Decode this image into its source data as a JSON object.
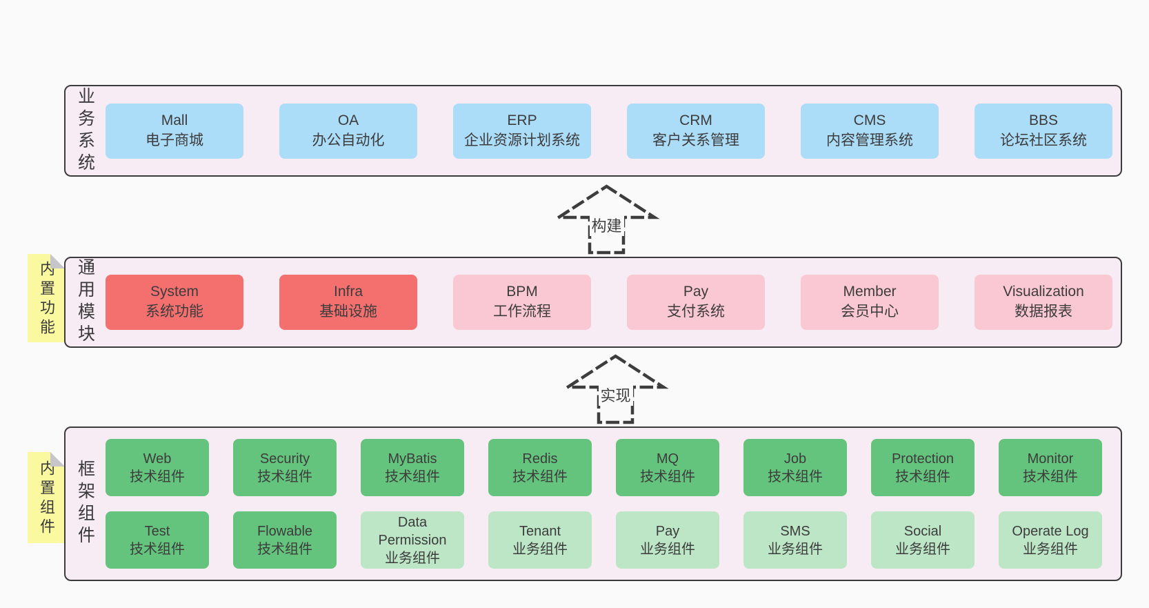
{
  "colors": {
    "pageBg": "#FAFAFA",
    "panelBg": "#F8ECF4",
    "panelBorder": "#3B3B3B",
    "blue": "#ABDCF8",
    "red": "#F4706F",
    "pink": "#FAC8D2",
    "greenDark": "#64C37C",
    "greenLight": "#BCE6C6",
    "stickyYellow": "#FAF9A0",
    "text": "#3C3C3C"
  },
  "arrows": [
    {
      "label": "构建"
    },
    {
      "label": "实现"
    }
  ],
  "sections": [
    {
      "label": "业务系统",
      "boxes": [
        {
          "name": "Mall",
          "desc": "电子商城",
          "variant": "blue"
        },
        {
          "name": "OA",
          "desc": "办公自动化",
          "variant": "blue"
        },
        {
          "name": "ERP",
          "desc": "企业资源计划系统",
          "variant": "blue"
        },
        {
          "name": "CRM",
          "desc": "客户关系管理",
          "variant": "blue"
        },
        {
          "name": "CMS",
          "desc": "内容管理系统",
          "variant": "blue"
        },
        {
          "name": "BBS",
          "desc": "论坛社区系统",
          "variant": "blue"
        }
      ]
    },
    {
      "label": "通用模块",
      "sticky": "内置功能",
      "boxes": [
        {
          "name": "System",
          "desc": "系统功能",
          "variant": "red"
        },
        {
          "name": "Infra",
          "desc": "基础设施",
          "variant": "red"
        },
        {
          "name": "BPM",
          "desc": "工作流程",
          "variant": "pink"
        },
        {
          "name": "Pay",
          "desc": "支付系统",
          "variant": "pink"
        },
        {
          "name": "Member",
          "desc": "会员中心",
          "variant": "pink"
        },
        {
          "name": "Visualization",
          "desc": "数据报表",
          "variant": "pink"
        }
      ]
    },
    {
      "label": "框架组件",
      "sticky": "内置组件",
      "rows": [
        [
          {
            "name": "Web",
            "desc": "技术组件",
            "variant": "greenDark"
          },
          {
            "name": "Security",
            "desc": "技术组件",
            "variant": "greenDark"
          },
          {
            "name": "MyBatis",
            "desc": "技术组件",
            "variant": "greenDark"
          },
          {
            "name": "Redis",
            "desc": "技术组件",
            "variant": "greenDark"
          },
          {
            "name": "MQ",
            "desc": "技术组件",
            "variant": "greenDark"
          },
          {
            "name": "Job",
            "desc": "技术组件",
            "variant": "greenDark"
          },
          {
            "name": "Protection",
            "desc": "技术组件",
            "variant": "greenDark"
          },
          {
            "name": "Monitor",
            "desc": "技术组件",
            "variant": "greenDark"
          }
        ],
        [
          {
            "name": "Test",
            "desc": "技术组件",
            "variant": "greenDark"
          },
          {
            "name": "Flowable",
            "desc": "技术组件",
            "variant": "greenDark"
          },
          {
            "name": "Data Permission",
            "desc": "业务组件",
            "variant": "greenLight"
          },
          {
            "name": "Tenant",
            "desc": "业务组件",
            "variant": "greenLight"
          },
          {
            "name": "Pay",
            "desc": "业务组件",
            "variant": "greenLight"
          },
          {
            "name": "SMS",
            "desc": "业务组件",
            "variant": "greenLight"
          },
          {
            "name": "Social",
            "desc": "业务组件",
            "variant": "greenLight"
          },
          {
            "name": "Operate Log",
            "desc": "业务组件",
            "variant": "greenLight"
          }
        ]
      ]
    }
  ]
}
